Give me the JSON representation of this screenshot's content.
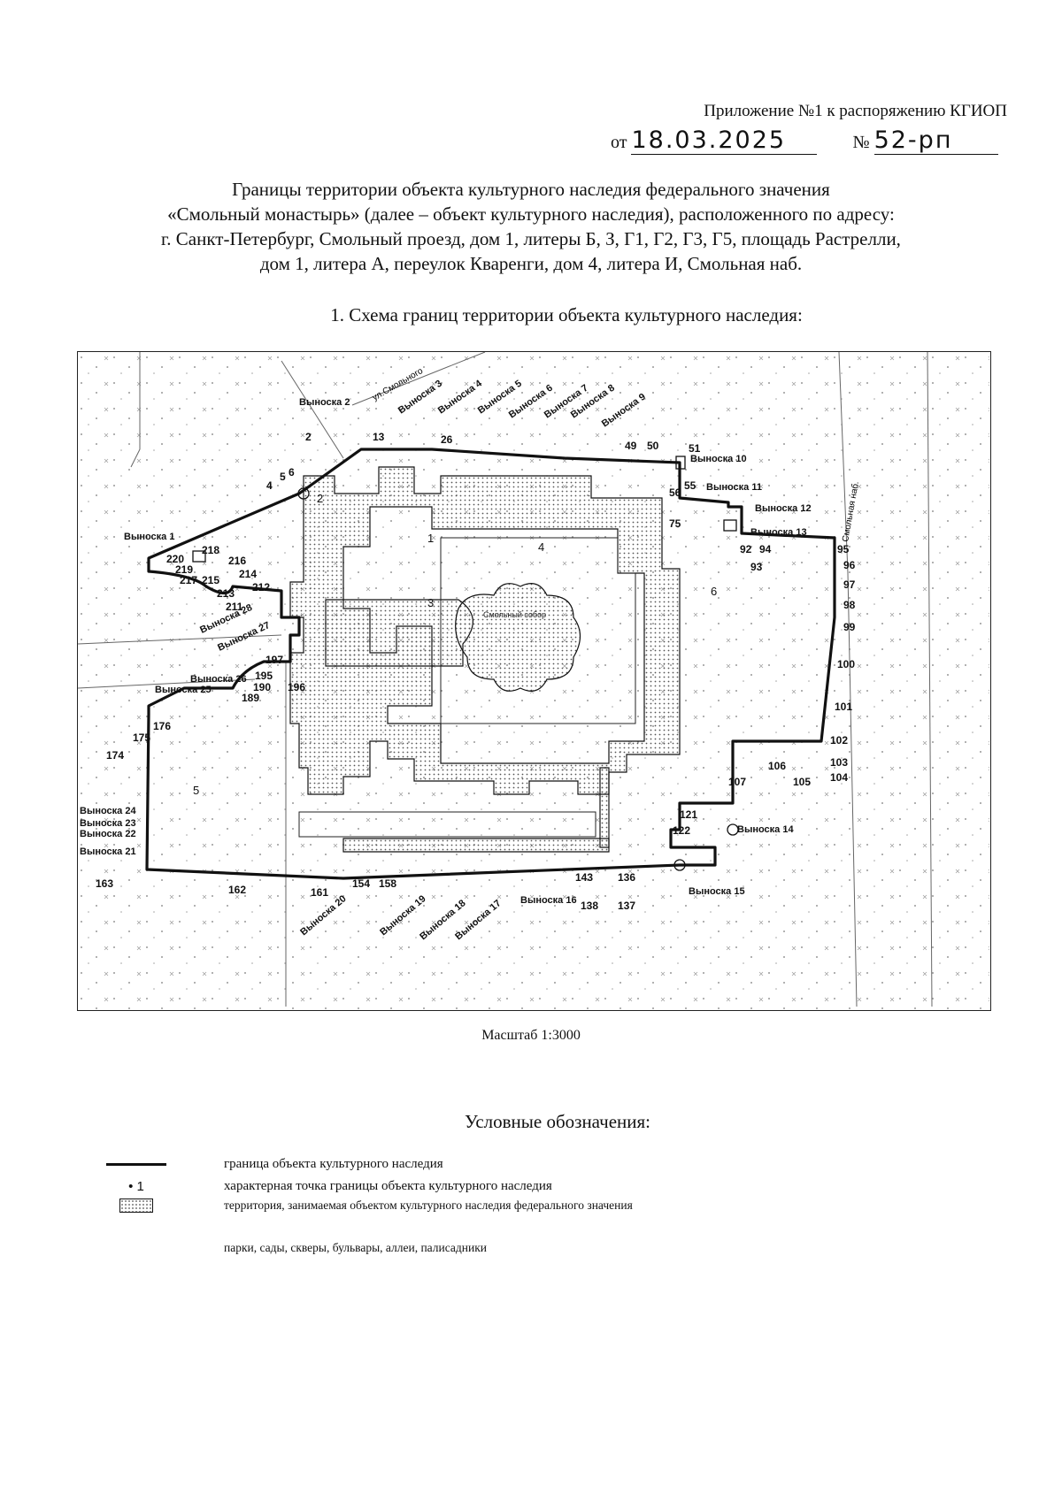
{
  "header": {
    "appendix": "Приложение №1 к распоряжению КГИОП",
    "from_prefix": "от",
    "date": "18.03.2025",
    "number_prefix": "№",
    "number": "52-рп"
  },
  "title_lines": [
    "Границы территории объекта культурного наследия федерального значения",
    "«Смольный монастырь» (далее – объект культурного наследия), расположенного по адресу:",
    "г. Санкт-Петербург, Смольный проезд, дом 1, литеры Б, З, Г1, Г2, Г3, Г5, площадь Растрелли,",
    "дом 1, литера А, переулок Кваренги, дом 4, литера И, Смольная наб."
  ],
  "section_heading": "1.   Схема границ территории объекта культурного наследия:",
  "map": {
    "boundary_color": "#111111",
    "territory_fill": "dotted",
    "street_labels": [
      "ул.Смольного",
      "Смольная наб."
    ],
    "building_label": "Смольный собор",
    "callout_labels": [
      "Выноска 1",
      "Выноска 2",
      "Выноска 3",
      "Выноска 4",
      "Выноска 5",
      "Выноска 6",
      "Выноска 7",
      "Выноска 8",
      "Выноска 9",
      "Выноска 10",
      "Выноска 11",
      "Выноска 12",
      "Выноска 13",
      "Выноска 14",
      "Выноска 15",
      "Выноска 16",
      "Выноска 17",
      "Выноска 18",
      "Выноска 19",
      "Выноска 20",
      "Выноска 21",
      "Выноска 22",
      "Выноска 23",
      "Выноска 24",
      "Выноска 25",
      "Выноска 26",
      "Выноска 27",
      "Выноска 28"
    ],
    "point_labels": [
      "2",
      "4",
      "5",
      "6",
      "13",
      "26",
      "49",
      "50",
      "51",
      "55",
      "56",
      "75",
      "92",
      "93",
      "94",
      "95",
      "96",
      "97",
      "98",
      "99",
      "100",
      "101",
      "102",
      "103",
      "104",
      "105",
      "106",
      "107",
      "121",
      "122",
      "136",
      "137",
      "138",
      "143",
      "154",
      "158",
      "161",
      "162",
      "163",
      "174",
      "175",
      "176",
      "189",
      "190",
      "195",
      "196",
      "197",
      "211",
      "212",
      "213",
      "214",
      "215",
      "216",
      "217",
      "218",
      "219",
      "220"
    ],
    "zone_labels": [
      "1",
      "2",
      "3",
      "4",
      "5",
      "6"
    ]
  },
  "scale": "Масштаб 1:3000",
  "legend": {
    "title": "Условные обозначения:",
    "items": [
      {
        "symbol": "line",
        "label": "граница объекта культурного наследия"
      },
      {
        "symbol": "point",
        "symbol_text": "• 1",
        "label": "характерная точка границы объекта культурного наследия"
      },
      {
        "symbol": "dotted-box",
        "label": "территория, занимаемая объектом культурного наследия федерального значения"
      },
      {
        "symbol": "none",
        "label": "парки, сады, скверы, бульвары, аллеи, палисадники"
      }
    ]
  }
}
